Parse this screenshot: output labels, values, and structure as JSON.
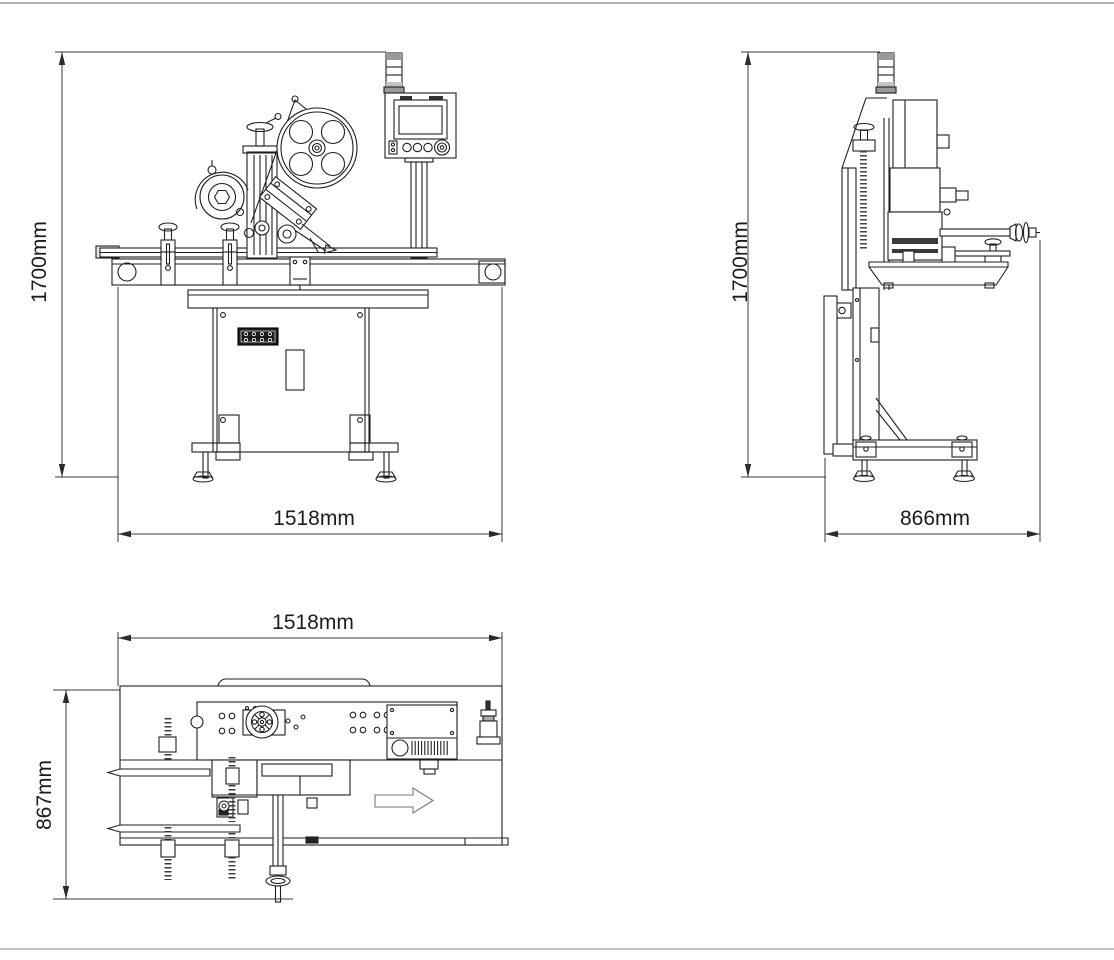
{
  "page": {
    "background": "#ffffff",
    "rule_color": "#b3b3b3"
  },
  "drawing": {
    "line_color": "#1f1f1f",
    "dimension_color": "#3a3a3a",
    "views": {
      "front": {
        "height_label": "1700mm",
        "width_label": "1518mm"
      },
      "side": {
        "height_label": "1700mm",
        "width_label": "866mm"
      },
      "top": {
        "width_label": "1518mm",
        "depth_label": "867mm"
      }
    },
    "icons": {
      "flow_arrow": "right-block-arrow",
      "tower_light": "signal-tower-light"
    }
  }
}
